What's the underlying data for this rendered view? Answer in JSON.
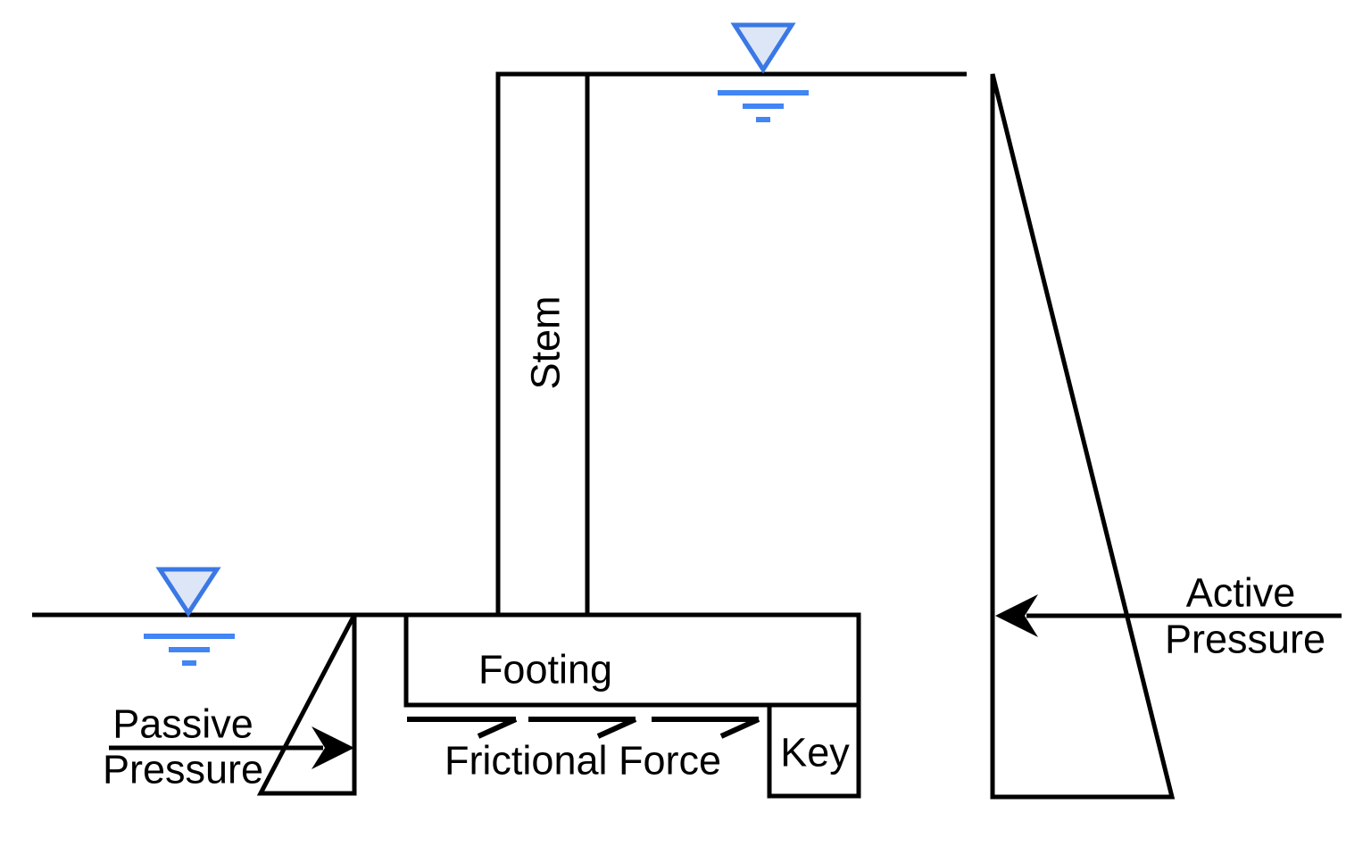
{
  "diagram": {
    "type": "retaining-wall-cross-section",
    "labels": {
      "stem": "Stem",
      "footing": "Footing",
      "key": "Key",
      "frictional_force": "Frictional Force",
      "passive_pressure_line1": "Passive",
      "passive_pressure_line2": "Pressure",
      "active_pressure_line1": "Active",
      "active_pressure_line2": "Pressure"
    },
    "icons": {
      "water_table_top": "water-table-icon",
      "water_table_left": "water-table-icon"
    },
    "colors": {
      "stroke": "#000000",
      "background": "#ffffff",
      "water_symbol_stroke": "#3b78e5",
      "water_symbol_fill": "#dde6f6",
      "water_lines": "#4285f4"
    }
  }
}
